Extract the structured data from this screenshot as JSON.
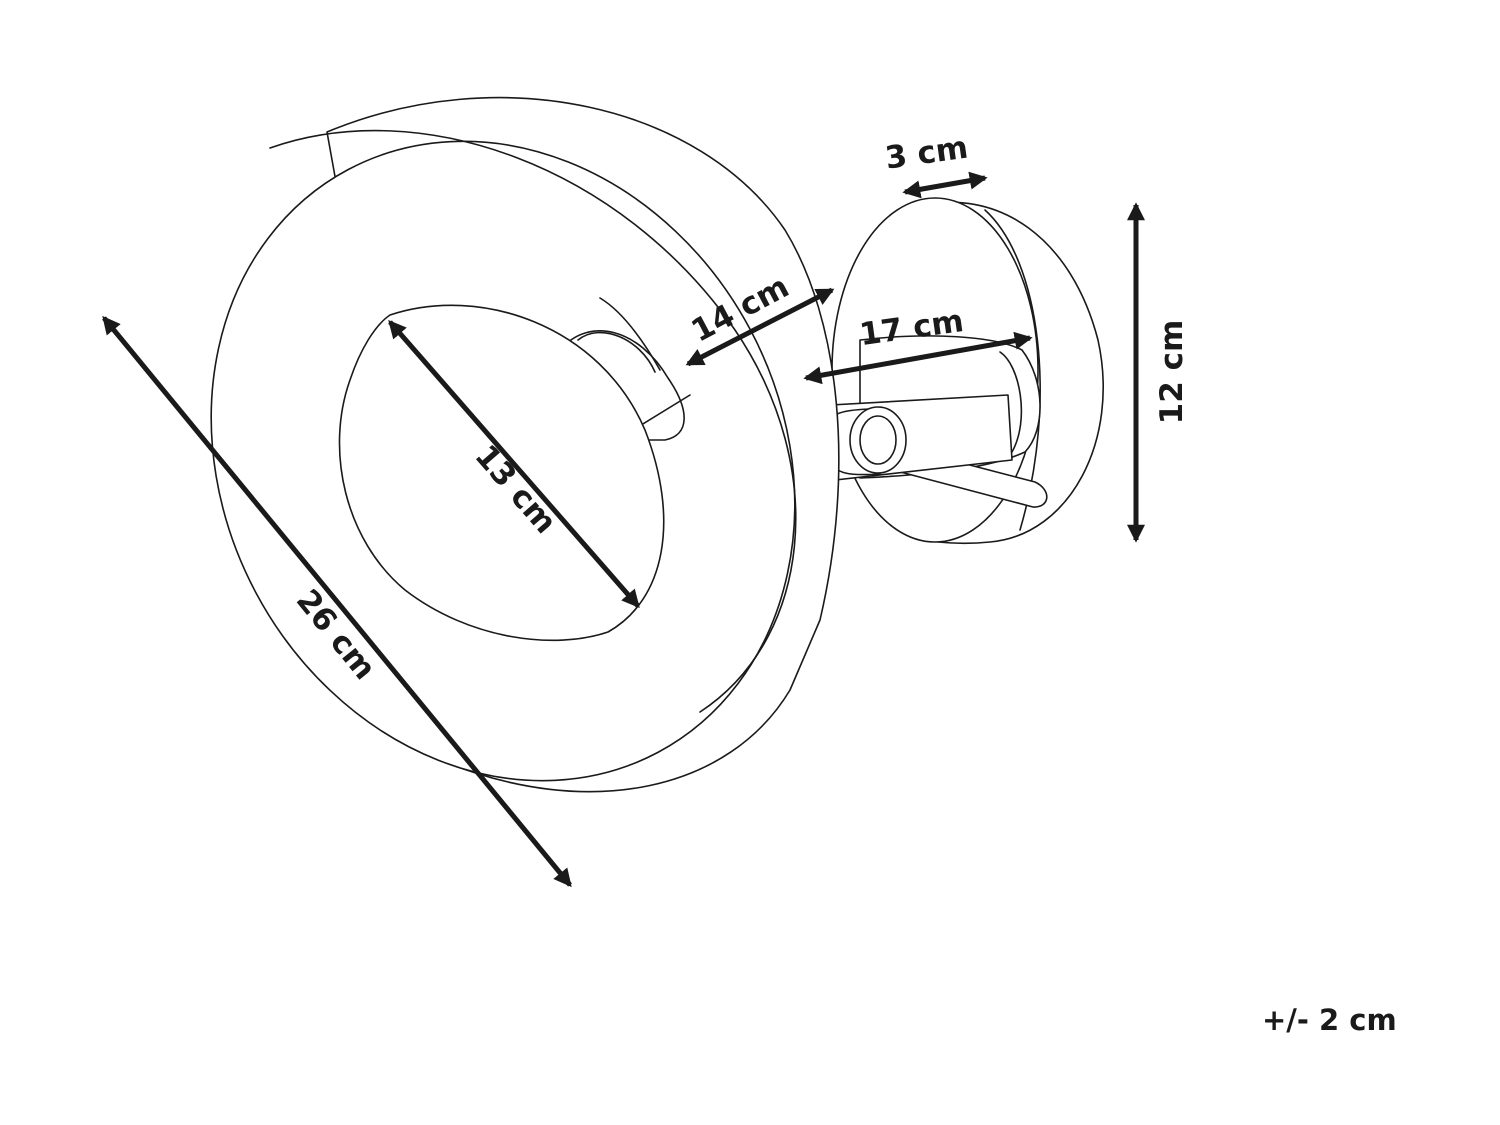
{
  "dimensions": {
    "shade_diameter": "26 cm",
    "inner_opening": "13 cm",
    "shade_depth": "14 cm",
    "arm_length": "17 cm",
    "base_thickness": "3 cm",
    "base_height": "12 cm"
  },
  "tolerance": "+/- 2 cm",
  "colors": {
    "line": "#1a1a1a",
    "background": "#ffffff"
  }
}
